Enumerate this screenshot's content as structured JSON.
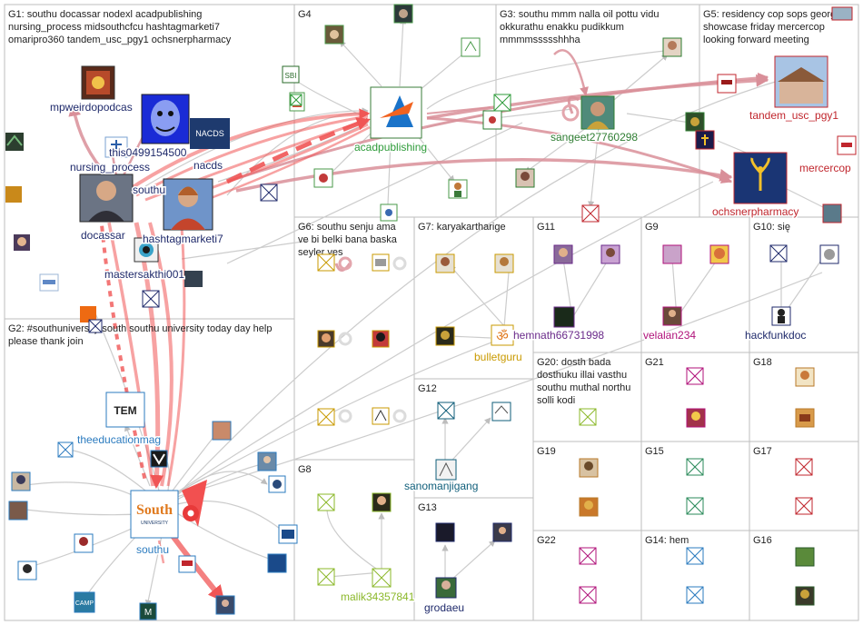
{
  "groups": [
    {
      "id": "G1",
      "text": [
        "G1: southu docassar nodexl acadpublishing",
        "nursing_process midsouthcfcu hashtagmarketi7",
        "omaripro360 tandem_usc_pgy1 ochsnerpharmacy"
      ]
    },
    {
      "id": "G2",
      "text": [
        "G2: #southuniversity south southu university today day help",
        "please thank join"
      ]
    },
    {
      "id": "G3",
      "text": [
        "G3: southu mmm nalla oil pottu vidu",
        "okkurathu enakku pudikkum",
        "mmmmssssshhha"
      ]
    },
    {
      "id": "G4",
      "text": [
        "G4"
      ]
    },
    {
      "id": "G5",
      "text": [
        "G5: residency cop sops georgia",
        "showcase friday mercercop",
        "looking forward meeting"
      ]
    },
    {
      "id": "G6",
      "text": [
        "G6: southu senju ama",
        "ve bi belki bana baska",
        "seyler ves"
      ]
    },
    {
      "id": "G7",
      "text": [
        "G7: karyakartharige"
      ]
    },
    {
      "id": "G8",
      "text": [
        "G8"
      ]
    },
    {
      "id": "G9",
      "text": [
        "G9"
      ]
    },
    {
      "id": "G10",
      "text": [
        "G10: się"
      ]
    },
    {
      "id": "G11",
      "text": [
        "G11"
      ]
    },
    {
      "id": "G12",
      "text": [
        "G12"
      ]
    },
    {
      "id": "G13",
      "text": [
        "G13"
      ]
    },
    {
      "id": "G14",
      "text": [
        "G14: hem"
      ]
    },
    {
      "id": "G15",
      "text": [
        "G15"
      ]
    },
    {
      "id": "G16",
      "text": [
        "G16"
      ]
    },
    {
      "id": "G17",
      "text": [
        "G17"
      ]
    },
    {
      "id": "G18",
      "text": [
        "G18"
      ]
    },
    {
      "id": "G19",
      "text": [
        "G19"
      ]
    },
    {
      "id": "G20",
      "text": [
        "G20: dosth bada",
        "dosthuku illai vasthu",
        "southu muthal northu",
        "solli kodi"
      ]
    },
    {
      "id": "G21",
      "text": [
        "G21"
      ]
    },
    {
      "id": "G22",
      "text": [
        "G22"
      ]
    }
  ],
  "nodes": [
    {
      "id": "mpweirdopodcast",
      "label": "mpweirdopodcas",
      "color": "#1f2a6b"
    },
    {
      "id": "this0499154500",
      "label": "this0499154500",
      "color": "#1f2a6b"
    },
    {
      "id": "nursing_process",
      "label": "nursing_process",
      "color": "#1f2a6b"
    },
    {
      "id": "nacds",
      "label": "nacds",
      "color": "#1f2a6b"
    },
    {
      "id": "southu_g1",
      "label": "southu",
      "color": "#1f2a6b"
    },
    {
      "id": "docassar",
      "label": "docassar",
      "color": "#1f2a6b"
    },
    {
      "id": "hashtagmarketi7",
      "label": "hashtagmarketi7",
      "color": "#1f2a6b"
    },
    {
      "id": "mastersakthi001",
      "label": "mastersakthi001",
      "color": "#1f2a6b"
    },
    {
      "id": "acadpublishing",
      "label": "acadpublishing",
      "color": "#2e9b3a"
    },
    {
      "id": "sangeet27760298",
      "label": "sangeet27760298",
      "color": "#2e7d32"
    },
    {
      "id": "tandem_usc_pgy1",
      "label": "tandem_usc_pgy1",
      "color": "#c0262d"
    },
    {
      "id": "mercercop",
      "label": "mercercop",
      "color": "#c0262d"
    },
    {
      "id": "ochsnerpharmacy",
      "label": "ochsnerpharmacy",
      "color": "#c0262d"
    },
    {
      "id": "theeducationmag",
      "label": "theeducationmag",
      "color": "#2b7bbf"
    },
    {
      "id": "southu",
      "label": "southu",
      "color": "#2b7bbf"
    },
    {
      "id": "bulletguru",
      "label": "bulletguru",
      "color": "#c99a00"
    },
    {
      "id": "hemnath66731998",
      "label": "hemnath66731998",
      "color": "#6a2a8a"
    },
    {
      "id": "velalan234",
      "label": "velalan234",
      "color": "#b0127a"
    },
    {
      "id": "hackfunkdoc",
      "label": "hackfunkdoc",
      "color": "#1f2a6b"
    },
    {
      "id": "sanomanjigang",
      "label": "sanomanjigang",
      "color": "#0f5e7a"
    },
    {
      "id": "malik34357841",
      "label": "malik34357841",
      "color": "#8bb82a"
    },
    {
      "id": "grodaeu",
      "label": "grodaeu",
      "color": "#1f2a6b"
    }
  ],
  "logo_text": {
    "acnt_sbi": "SBI",
    "tem": "TEM",
    "south_big": "South",
    "south_sub": "UNIVERSITY",
    "nacds_text": "NACDS",
    "camp": "CAMP",
    "m": "M",
    "om": "ॐ"
  },
  "colors": {
    "edge_gray": "#c9c9c9",
    "edge_red": "#e8888b",
    "edge_red_strong": "#f15a5a",
    "edge_pink": "#d98f99",
    "x_gray": "#aaaaaa"
  }
}
